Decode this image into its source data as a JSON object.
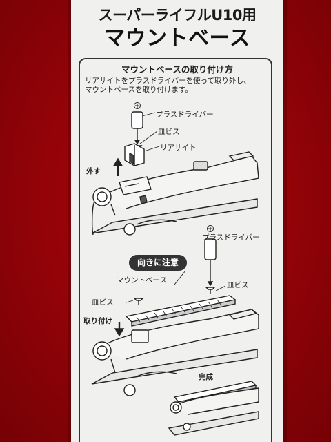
{
  "header": {
    "title_line1": "スーパーライフルU10用",
    "title_line2": "マウントベース"
  },
  "section": {
    "title": "マウントベースの取り付け方",
    "description_line1": "リアサイトをプラスドライバーを使って取り外し、",
    "description_line2": "マウントベースを取り付けます。"
  },
  "step1": {
    "screwdriver_label": "プラスドライバー",
    "screw_label": "皿ビス",
    "rear_sight_label": "リアサイト",
    "remove_label": "外す"
  },
  "step2": {
    "screwdriver_label": "プラスドライバー",
    "screw_label_right": "皿ビス",
    "caution_label": "向きに注意",
    "mount_base_label": "マウントベース",
    "screw_label_left": "皿ビス",
    "attach_label": "取り付け"
  },
  "step3": {
    "complete_label": "完成"
  },
  "colors": {
    "background": "#a4040a",
    "card": "#f0f0ee",
    "ink": "#222222"
  }
}
